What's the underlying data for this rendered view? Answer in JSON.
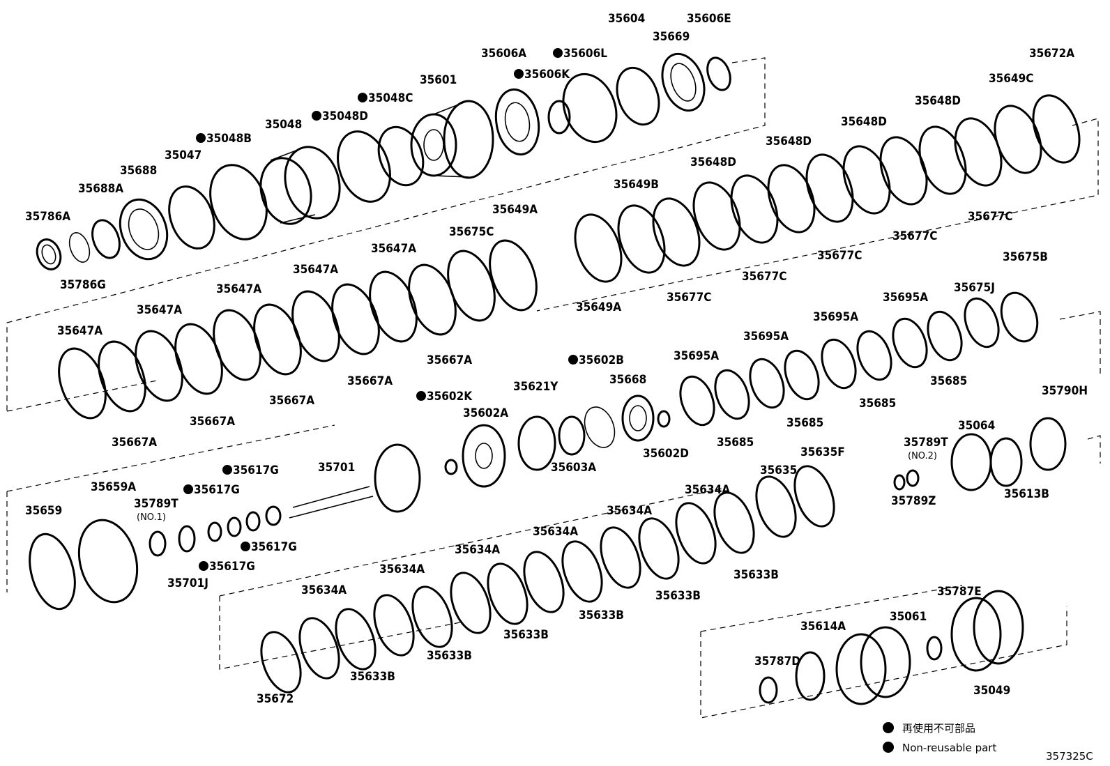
{
  "diagram_code": "357325C",
  "legend": {
    "line1": "再使用不可部品",
    "line2": "Non-reusable part"
  },
  "labels": [
    {
      "id": "35604",
      "text": "35604"
    },
    {
      "id": "35606E",
      "text": "35606E"
    },
    {
      "id": "35669",
      "text": "35669"
    },
    {
      "id": "35606A",
      "text": "35606A"
    },
    {
      "id": "35606L",
      "text": "35606L",
      "nonreusable": true
    },
    {
      "id": "35606K",
      "text": "35606K",
      "nonreusable": true
    },
    {
      "id": "35601",
      "text": "35601"
    },
    {
      "id": "35048C",
      "text": "35048C",
      "nonreusable": true
    },
    {
      "id": "35048D",
      "text": "35048D",
      "nonreusable": true
    },
    {
      "id": "35048",
      "text": "35048"
    },
    {
      "id": "35048B",
      "text": "35048B",
      "nonreusable": true
    },
    {
      "id": "35047",
      "text": "35047"
    },
    {
      "id": "35688",
      "text": "35688"
    },
    {
      "id": "35688A",
      "text": "35688A"
    },
    {
      "id": "35786A",
      "text": "35786A"
    },
    {
      "id": "35786G",
      "text": "35786G"
    },
    {
      "id": "35672A",
      "text": "35672A"
    },
    {
      "id": "35649C",
      "text": "35649C"
    },
    {
      "id": "35648D_1",
      "text": "35648D"
    },
    {
      "id": "35648D_2",
      "text": "35648D"
    },
    {
      "id": "35648D_3",
      "text": "35648D"
    },
    {
      "id": "35648D_4",
      "text": "35648D"
    },
    {
      "id": "35649B",
      "text": "35649B"
    },
    {
      "id": "35677C_1",
      "text": "35677C"
    },
    {
      "id": "35677C_2",
      "text": "35677C"
    },
    {
      "id": "35677C_3",
      "text": "35677C"
    },
    {
      "id": "35677C_4",
      "text": "35677C"
    },
    {
      "id": "35677C_5",
      "text": "35677C"
    },
    {
      "id": "35649A_1",
      "text": "35649A"
    },
    {
      "id": "35649A_2",
      "text": "35649A"
    },
    {
      "id": "35675C",
      "text": "35675C"
    },
    {
      "id": "35647A_1",
      "text": "35647A"
    },
    {
      "id": "35647A_2",
      "text": "35647A"
    },
    {
      "id": "35647A_3",
      "text": "35647A"
    },
    {
      "id": "35647A_4",
      "text": "35647A"
    },
    {
      "id": "35647A_5",
      "text": "35647A"
    },
    {
      "id": "35667A_1",
      "text": "35667A"
    },
    {
      "id": "35667A_2",
      "text": "35667A"
    },
    {
      "id": "35667A_3",
      "text": "35667A"
    },
    {
      "id": "35667A_4",
      "text": "35667A"
    },
    {
      "id": "35667A_5",
      "text": "35667A"
    },
    {
      "id": "35675B",
      "text": "35675B"
    },
    {
      "id": "35675J",
      "text": "35675J"
    },
    {
      "id": "35695A_1",
      "text": "35695A"
    },
    {
      "id": "35695A_2",
      "text": "35695A"
    },
    {
      "id": "35695A_3",
      "text": "35695A"
    },
    {
      "id": "35695A_4",
      "text": "35695A"
    },
    {
      "id": "35685_1",
      "text": "35685"
    },
    {
      "id": "35685_2",
      "text": "35685"
    },
    {
      "id": "35685_3",
      "text": "35685"
    },
    {
      "id": "35685_4",
      "text": "35685"
    },
    {
      "id": "35602B",
      "text": "35602B",
      "nonreusable": true
    },
    {
      "id": "35668",
      "text": "35668"
    },
    {
      "id": "35602D",
      "text": "35602D"
    },
    {
      "id": "35621Y",
      "text": "35621Y"
    },
    {
      "id": "35602K",
      "text": "35602K",
      "nonreusable": true
    },
    {
      "id": "35602A",
      "text": "35602A"
    },
    {
      "id": "35603A",
      "text": "35603A"
    },
    {
      "id": "35790H",
      "text": "35790H"
    },
    {
      "id": "35064",
      "text": "35064"
    },
    {
      "id": "35789T_2",
      "text": "35789T"
    },
    {
      "id": "35789T_2_note",
      "text": "(NO.2)"
    },
    {
      "id": "35789Z",
      "text": "35789Z"
    },
    {
      "id": "35613B",
      "text": "35613B"
    },
    {
      "id": "35635F",
      "text": "35635F"
    },
    {
      "id": "35635",
      "text": "35635"
    },
    {
      "id": "35634A_1",
      "text": "35634A"
    },
    {
      "id": "35634A_2",
      "text": "35634A"
    },
    {
      "id": "35634A_3",
      "text": "35634A"
    },
    {
      "id": "35634A_4",
      "text": "35634A"
    },
    {
      "id": "35634A_5",
      "text": "35634A"
    },
    {
      "id": "35634A_6",
      "text": "35634A"
    },
    {
      "id": "35633B_1",
      "text": "35633B"
    },
    {
      "id": "35633B_2",
      "text": "35633B"
    },
    {
      "id": "35633B_3",
      "text": "35633B"
    },
    {
      "id": "35633B_4",
      "text": "35633B"
    },
    {
      "id": "35633B_5",
      "text": "35633B"
    },
    {
      "id": "35633B_6",
      "text": "35633B"
    },
    {
      "id": "35701",
      "text": "35701"
    },
    {
      "id": "35617G_1",
      "text": "35617G",
      "nonreusable": true
    },
    {
      "id": "35617G_2",
      "text": "35617G",
      "nonreusable": true
    },
    {
      "id": "35617G_3",
      "text": "35617G",
      "nonreusable": true
    },
    {
      "id": "35617G_4",
      "text": "35617G",
      "nonreusable": true
    },
    {
      "id": "35659",
      "text": "35659"
    },
    {
      "id": "35659A",
      "text": "35659A"
    },
    {
      "id": "35789T_1",
      "text": "35789T"
    },
    {
      "id": "35789T_1_note",
      "text": "(NO.1)"
    },
    {
      "id": "35701J",
      "text": "35701J"
    },
    {
      "id": "35672",
      "text": "35672"
    },
    {
      "id": "35787E",
      "text": "35787E"
    },
    {
      "id": "35614A",
      "text": "35614A"
    },
    {
      "id": "35061",
      "text": "35061"
    },
    {
      "id": "35787D",
      "text": "35787D"
    },
    {
      "id": "35049",
      "text": "35049"
    }
  ]
}
